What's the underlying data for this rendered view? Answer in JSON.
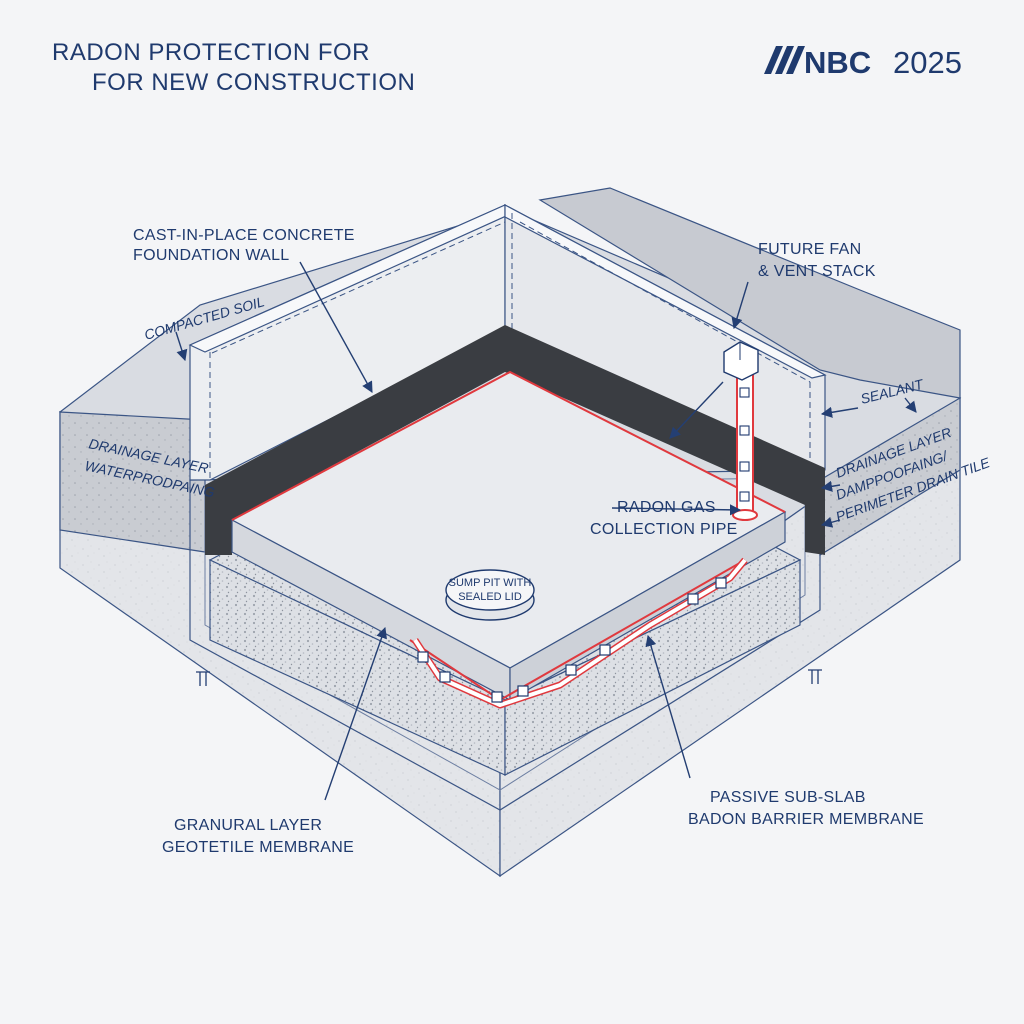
{
  "header": {
    "title_line1": "RADON PROTECTION FOR",
    "title_line2": "FOR NEW CONSTRUCTION",
    "brand_name": "NBC",
    "brand_year": "2025"
  },
  "labels": {
    "wall_line1": "CAST-IN-PLACE CONCRETE",
    "wall_line2": "FOUNDATION WALL",
    "compacted_soil": "COMPACTED SOIL",
    "fan_line1": "FUTURE FAN",
    "fan_line2": "& VENT STACK",
    "sealant": "SEALANT",
    "left_drainage": "DRAINAGE LAYER",
    "left_waterproofing": "WATERPRODPAING",
    "right_drainage": "DRAINAGE LAYER",
    "right_dampproofing": "DAMPPOOFAING/",
    "right_perimeter": "PERIMETER DRAIN TILE",
    "pipe_line1": "RADON GAS",
    "pipe_line2": "COLLECTION PIPE",
    "sump_line1": "SUMP PIT WITH",
    "sump_line2": "SEALED LID",
    "granular_line1": "GRANURAL LAYER",
    "granular_line2": "GEOTETILE MEMBRANE",
    "barrier_line1": "PASSIVE SUB-SLAB",
    "barrier_line2": "BADON BARRIER MEMBRANE"
  },
  "colors": {
    "accent": "#1f3a6e",
    "membrane_red": "#e0393e",
    "dark_band": "#3a3d42"
  },
  "icons": {
    "brand_logo": "diagonal-stripes-logo",
    "ground_marks": "ground-tick-icon"
  }
}
